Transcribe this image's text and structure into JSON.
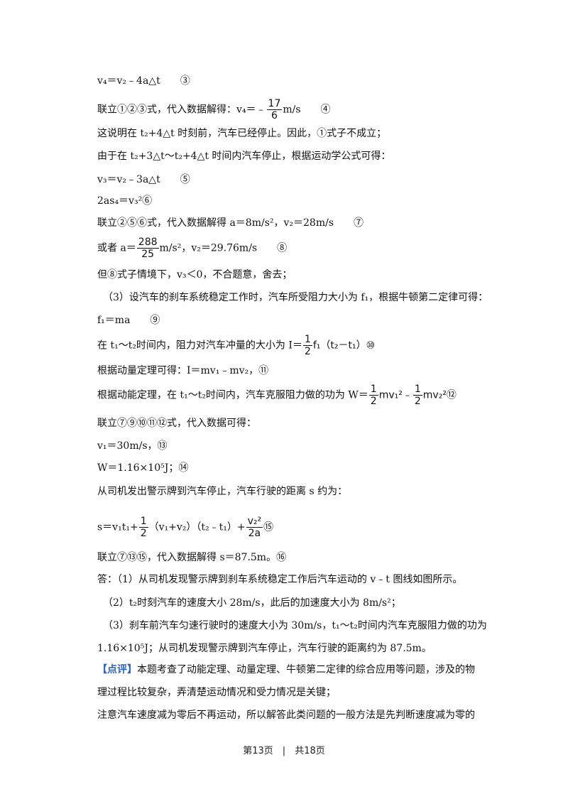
{
  "lines": {
    "l1": "v₄＝v₂﹣4a△t　　③",
    "l2a": "联立①②③式，代入数据解得：v₄＝﹣",
    "l2_num": "17",
    "l2_den": "6",
    "l2b": "m/s　　④",
    "l3": "这说明在 t₂+4△t 时刻前，汽车已经停止。因此，①式子不成立；",
    "l4": "由于在 t₂+3△t～t₂+4△t 时间内汽车停止，根据运动学公式可得：",
    "l5": "v₃＝v₂﹣3a△t　　⑤",
    "l6": "2as₄＝v₃²⑥",
    "l7": "联立②⑤⑥式，代入数据解得 a＝8m/s²，v₂＝28m/s　　⑦",
    "l8a": "或者 a＝",
    "l8_num": "288",
    "l8_den": "25",
    "l8b": "m/s²，v₂＝29.76m/s　　⑧",
    "l9": "但⑧式子情境下，v₃＜0，不合题意，舍去；",
    "l10": "（3）设汽车的刹车系统稳定工作时，汽车所受阻力大小为 f₁，根据牛顿第二定律可得：",
    "l11": "f₁＝ma　　⑨",
    "l12a": "在 t₁～t₂时间内，阻力对汽车冲量的大小为 I＝",
    "l12_num": "1",
    "l12_den": "2",
    "l12b": "f₁（t₂－t₁）⑩",
    "l13": "根据动量定理可得：I＝mv₁﹣mv₂，⑪",
    "l14a": "根据动能定理，在 t₁～t₂时间内，汽车克服阻力做的功为 W＝",
    "l14_num1": "1",
    "l14_den1": "2",
    "l14b": "mv₁²﹣",
    "l14_num2": "1",
    "l14_den2": "2",
    "l14c": "mv₂²⑫",
    "l15": "联立⑦⑨⑩⑪⑫式，代入数据可得：",
    "l16": "v₁＝30m/s，⑬",
    "l17": "W＝1.16×10⁵J；⑭",
    "l18": "从司机发出警示牌到汽车停止，汽车行驶的距离 s 约为：",
    "l19a": "s＝v₁t₁+",
    "l19_num": "1",
    "l19_den": "2",
    "l19b": "（v₁+v₂）（t₂﹣t₁）+",
    "l19_num2": "v₂²",
    "l19_den2": "2a",
    "l19c": "⑮",
    "l20": "联立⑦⑬⑮，代入数据解得 s＝87.5m。⑯",
    "l21": "答：（1）从司机发现警示牌到刹车系统稳定工作后汽车运动的 v﹣t 图线如图所示。",
    "l22": "（2）t₂时刻汽车的速度大小 28m/s，此后的加速度大小为 8m/s²；",
    "l23": "（3）刹车前汽车匀速行驶时的速度大小为 30m/s，t₁～t₂时间内汽车克服阻力做的功为",
    "l24": "1.16×10⁵J；从司机发现警示牌到汽车停止，汽车行驶的距离约为 87.5m。",
    "l25_tag": "【点评】",
    "l25": "本题考查了动能定理、动量定理、牛顿第二定律的综合应用等问题，涉及的物",
    "l26": "理过程比较复杂，弄清楚运动情况和受力情况是关键；",
    "l27": "注意汽车速度减为零后不再运动，所以解答此类问题的一般方法是先判断速度减为零的"
  },
  "footer": "第13页　|　共18页",
  "colors": {
    "bracket": "#2a63c9"
  }
}
